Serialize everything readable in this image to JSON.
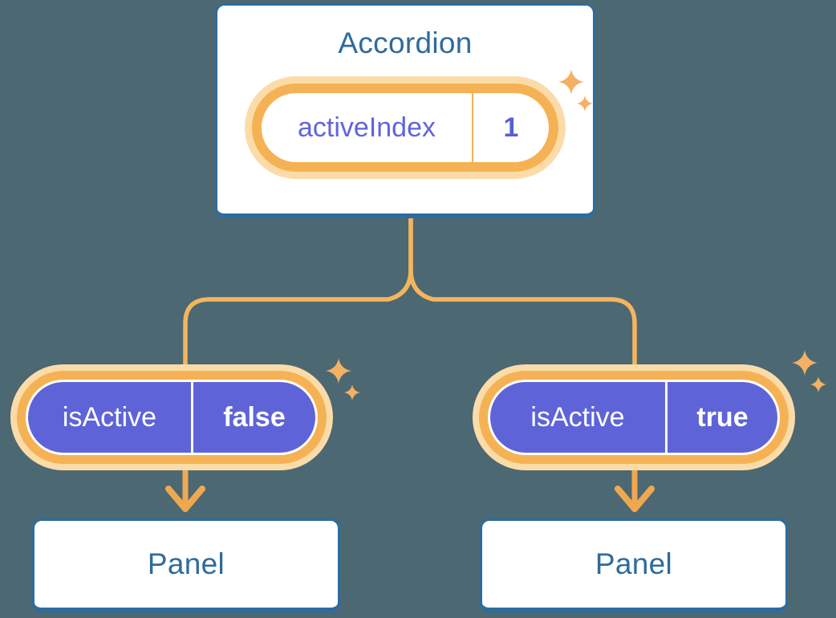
{
  "diagram": {
    "accordion": {
      "title": "Accordion",
      "state": {
        "label": "activeIndex",
        "value": "1"
      }
    },
    "panels": [
      {
        "prop": {
          "label": "isActive",
          "value": "false"
        },
        "title": "Panel"
      },
      {
        "prop": {
          "label": "isActive",
          "value": "true"
        },
        "title": "Panel"
      }
    ]
  },
  "colors": {
    "background": "#4C6872",
    "card_background": "#FFFFFF",
    "card_border": "#2E6C9E",
    "card_text": "#2F6B9B",
    "pill_ring_orange": "#F5B254",
    "pill_halo": "#FBDCA9",
    "connector_orange": "#F5B55C",
    "prop_pill_fill": "#5E64D8",
    "prop_pill_text": "#FFFFFF",
    "state_label_text": "#6065DC",
    "state_value_text": "#585ED6",
    "sparkle": "#F4B163"
  },
  "icons": {
    "sparkles": "sparkles-icon",
    "arrow_down": "arrow-down-icon",
    "connector": "tree-connector"
  }
}
